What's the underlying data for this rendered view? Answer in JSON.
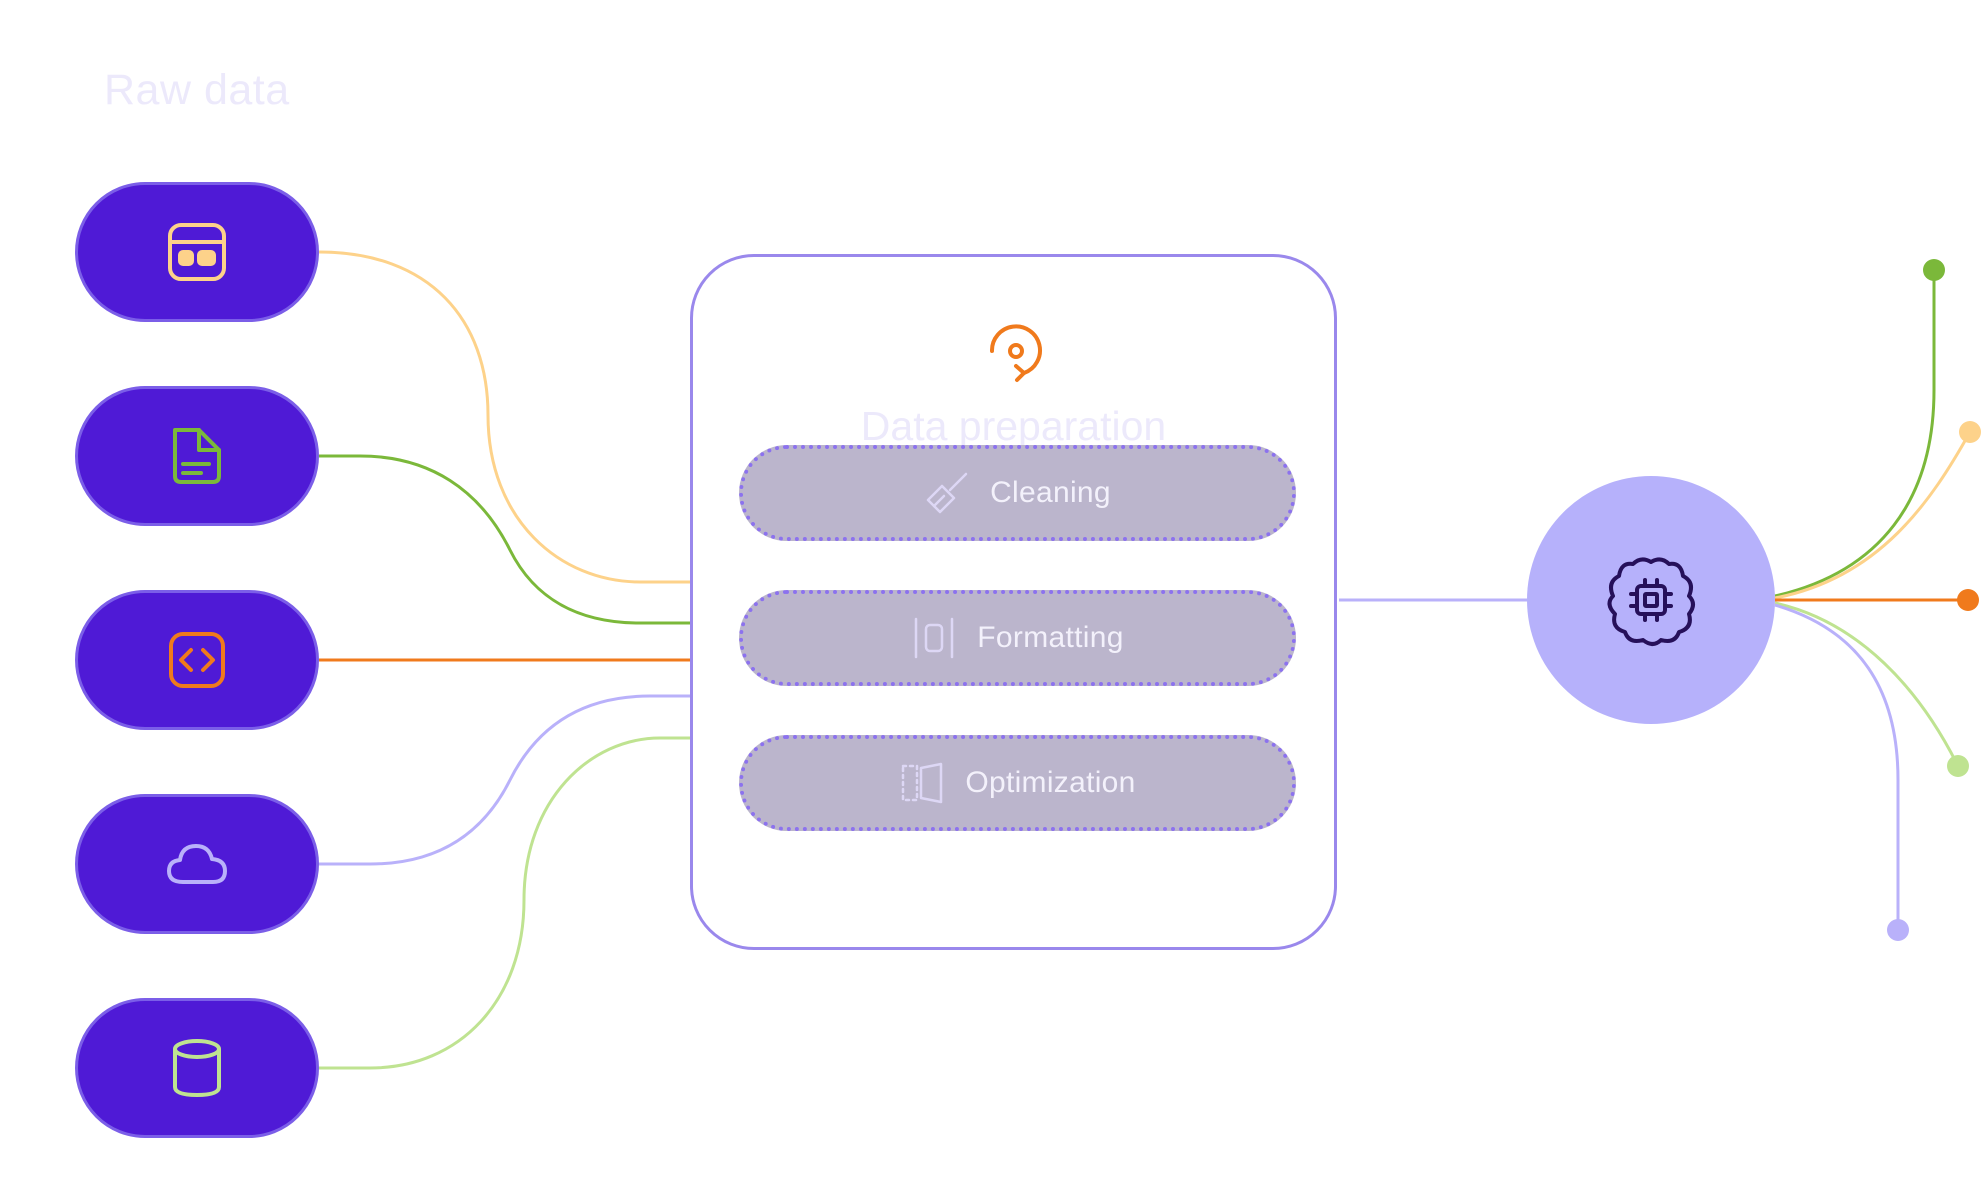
{
  "diagram": {
    "raw_title": "Raw data",
    "sources": [
      {
        "icon": "layout-icon",
        "color": "#fdd28a"
      },
      {
        "icon": "document-icon",
        "color": "#7bb83a"
      },
      {
        "icon": "code-icon",
        "color": "#f07a1c"
      },
      {
        "icon": "cloud-icon",
        "color": "#b9b1fa"
      },
      {
        "icon": "database-icon",
        "color": "#bfe391"
      }
    ],
    "prep": {
      "title": "Data preparation",
      "icon": "refresh-target-icon",
      "steps": [
        {
          "label": "Cleaning",
          "icon": "broom-icon"
        },
        {
          "label": "Formatting",
          "icon": "format-icon"
        },
        {
          "label": "Optimization",
          "icon": "optimize-icon"
        }
      ]
    },
    "model": {
      "icon": "ai-chip-brain-icon"
    },
    "colors": {
      "pill": "#4f1ad6",
      "pill_border": "#7b5ee8",
      "box_border": "#9a88ec",
      "step_fill": "#bbb5cc",
      "step_dots": "#8c72ee",
      "model_fill": "#b6b1fb",
      "yellow": "#fdd28a",
      "green": "#7bb83a",
      "orange": "#f07a1c",
      "lavender": "#b9b1fa",
      "lime": "#bfe391"
    }
  }
}
